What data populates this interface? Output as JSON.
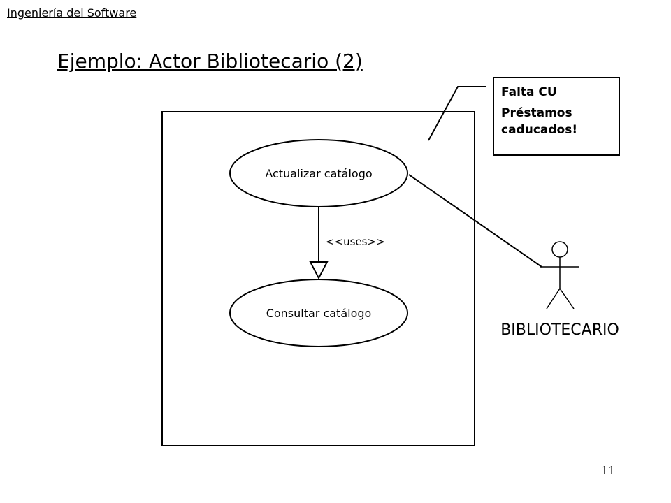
{
  "header": {
    "course": "Ingeniería del Software"
  },
  "slide": {
    "title": "Ejemplo: Actor Bibliotecario (2)",
    "page_number": "11"
  },
  "diagram": {
    "use_cases": [
      {
        "id": "uc1",
        "label": "Actualizar catálogo"
      },
      {
        "id": "uc2",
        "label": "Consultar catálogo"
      }
    ],
    "relationship": {
      "from": "uc1",
      "to": "uc2",
      "stereotype": "<<uses>>"
    },
    "actor": {
      "name": "BIBLIOTECARIO",
      "associated_use_case": "uc1"
    },
    "note": {
      "lines": [
        "Falta CU",
        "Préstamos",
        "caducados!"
      ]
    }
  }
}
